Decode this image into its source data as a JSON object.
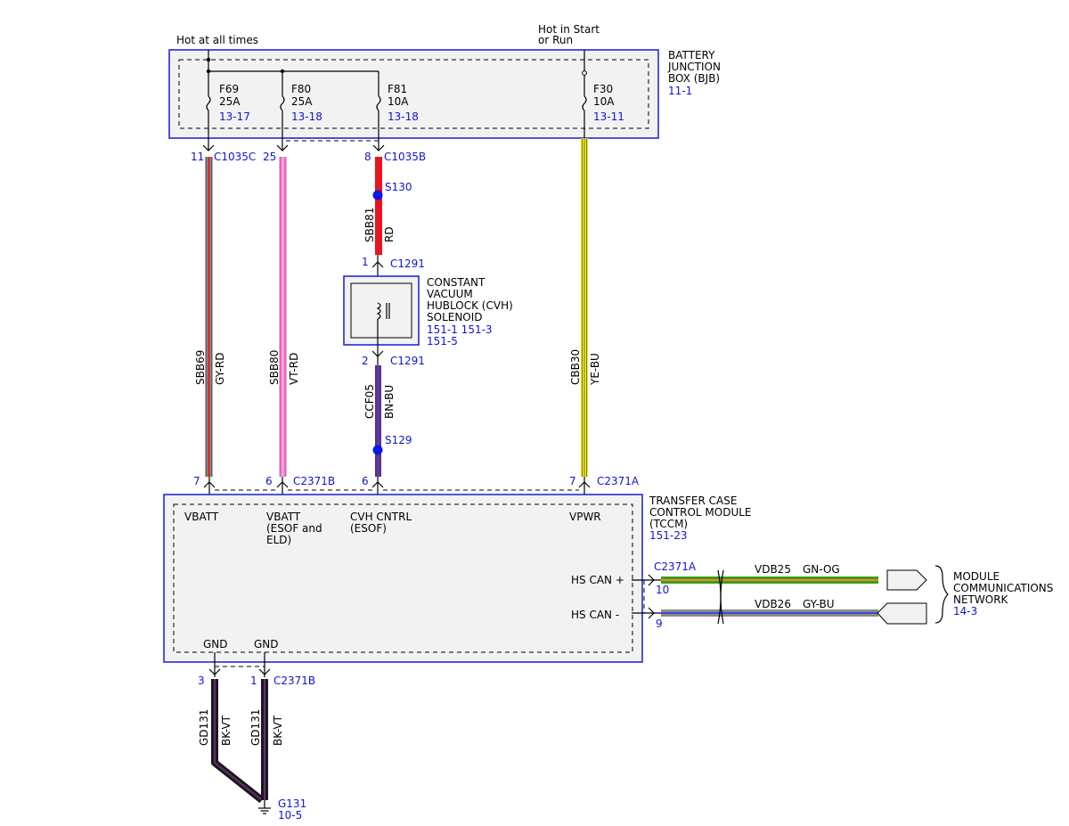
{
  "bjb": {
    "hot_at_all_times": "Hot at all times",
    "hot_in_start_l1": "Hot in Start",
    "hot_in_start_l2": "or Run",
    "title_l1": "BATTERY",
    "title_l2": "JUNCTION",
    "title_l3": "BOX (BJB)",
    "ref": "11-1",
    "fuses": [
      {
        "name": "F69",
        "rating": "25A",
        "ref": "13-17"
      },
      {
        "name": "F80",
        "rating": "25A",
        "ref": "13-18"
      },
      {
        "name": "F81",
        "rating": "10A",
        "ref": "13-18"
      },
      {
        "name": "F30",
        "rating": "10A",
        "ref": "13-11"
      }
    ]
  },
  "top_connectors": {
    "c1035c_pin": "11",
    "c1035c": "C1035C",
    "pin25": "25",
    "c1035b_pin": "8",
    "c1035b": "C1035B"
  },
  "splices": {
    "s130": "S130",
    "s129": "S129"
  },
  "wires": {
    "w1": {
      "circuit": "SBB69",
      "color": "GY-RD"
    },
    "w2": {
      "circuit": "SBB80",
      "color": "VT-RD"
    },
    "w3a": {
      "circuit": "SBB81",
      "color": "RD"
    },
    "w3b": {
      "circuit": "CCF05",
      "color": "BN-BU"
    },
    "w4": {
      "circuit": "CBB30",
      "color": "YE-BU"
    },
    "gnd1": {
      "circuit": "GD131",
      "color": "BK-VT"
    },
    "gnd2": {
      "circuit": "GD131",
      "color": "BK-VT"
    },
    "can_hi": {
      "circuit": "VDB25",
      "color": "GN-OG"
    },
    "can_lo": {
      "circuit": "VDB26",
      "color": "GY-BU"
    }
  },
  "cvh": {
    "pin1": "1",
    "pin2": "2",
    "connector": "C1291",
    "title_l1": "CONSTANT",
    "title_l2": "VACUUM",
    "title_l3": "HUBLOCK (CVH)",
    "title_l4": "SOLENOID",
    "ref_l1": "151-1 151-3",
    "ref_l2": "151-5"
  },
  "tccm": {
    "pin_vbatt": "7",
    "pin_vbatt_esof": "6",
    "c2371b": "C2371B",
    "pin_cvh": "6",
    "pin_vpwr": "7",
    "c2371a": "C2371A",
    "vbatt": "VBATT",
    "vbatt2_l1": "VBATT",
    "vbatt2_l2": "(ESOF and",
    "vbatt2_l3": "ELD)",
    "cvh_l1": "CVH CNTRL",
    "cvh_l2": "(ESOF)",
    "vpwr": "VPWR",
    "title_l1": "TRANSFER CASE",
    "title_l2": "CONTROL MODULE",
    "title_l3": "(TCCM)",
    "ref": "151-23",
    "hs_can_plus": "HS CAN +",
    "hs_can_minus": "HS CAN -",
    "can_connector": "C2371A",
    "pin_can_plus": "10",
    "pin_can_minus": "9",
    "gnd_a": "GND",
    "gnd_b": "GND",
    "pin_gnd_a": "3",
    "pin_gnd_b": "1",
    "gnd_connector": "C2371B"
  },
  "network": {
    "l1": "MODULE",
    "l2": "COMMUNICATIONS",
    "l3": "NETWORK",
    "ref": "14-3"
  },
  "ground": {
    "name": "G131",
    "ref": "10-5"
  },
  "colors": {
    "frame_blue": "#1a1ad6",
    "ref_blue": "#1414d2",
    "red": "#e8141e",
    "pink": "#ee6fc6",
    "gray": "#8a8a8a",
    "violet": "#6a2a7a",
    "brown": "#7a3a2a",
    "yellow": "#f0ee2a",
    "green": "#3c9a1e",
    "orange": "#f08c1e",
    "black": "#1a1a1a",
    "splice": "#0a1ae6"
  }
}
